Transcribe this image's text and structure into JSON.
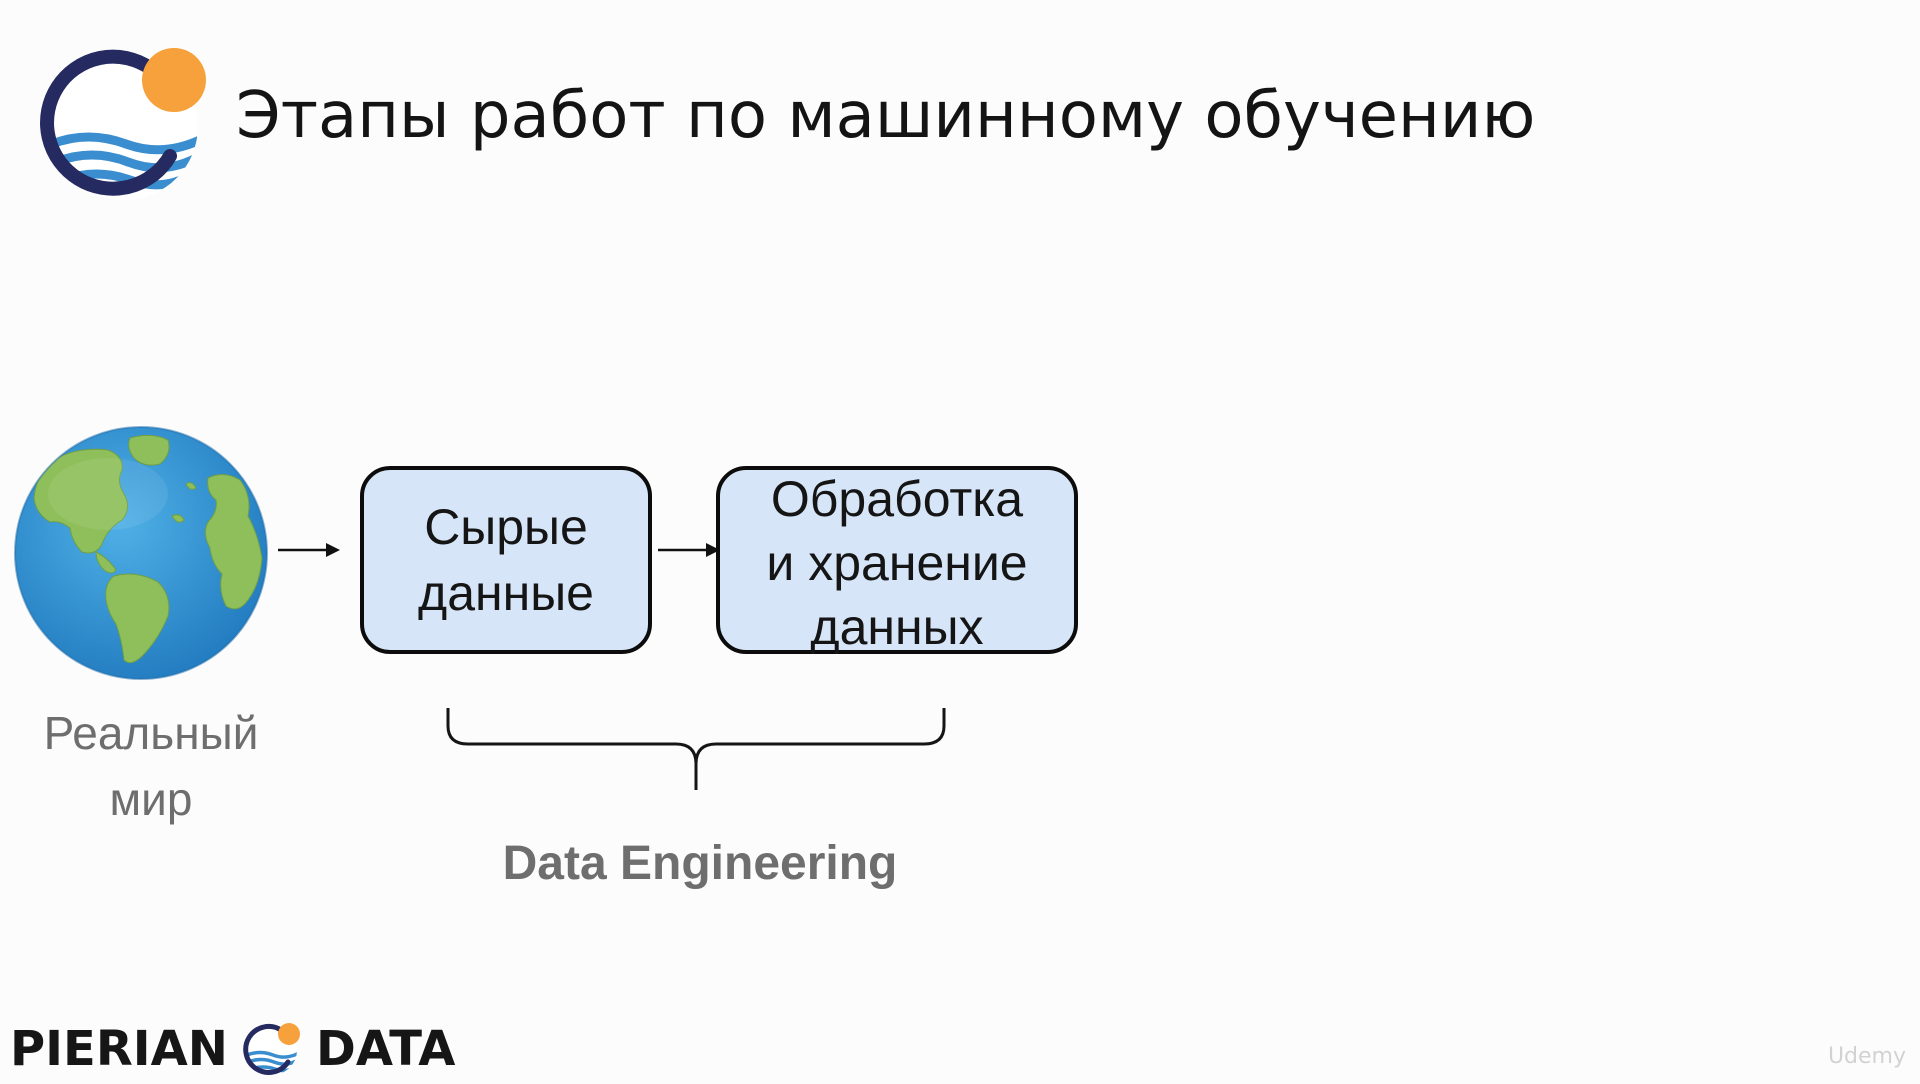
{
  "slide": {
    "title": "Этапы работ по машинному обучению"
  },
  "diagram": {
    "source_label_line1": "Реальный",
    "source_label_line2": "мир",
    "boxes": [
      {
        "lines": [
          "Сырые",
          "данные"
        ]
      },
      {
        "lines": [
          "Обработка",
          "и хранение",
          "данных"
        ]
      }
    ],
    "group_label": "Data Engineering"
  },
  "footer": {
    "brand_left": "PIERIAN",
    "brand_right": "DATA",
    "watermark": "Udemy"
  },
  "colors": {
    "box_fill": "#d6e5f7",
    "logo_navy": "#252a60",
    "logo_sun": "#f6a13b",
    "logo_wave": "#3a8ecf",
    "label_gray": "#6e6e6e"
  },
  "icons": {
    "header_logo": "pierian-data-logo-icon",
    "globe": "globe-icon",
    "footer_logo": "pierian-data-logo-icon"
  }
}
